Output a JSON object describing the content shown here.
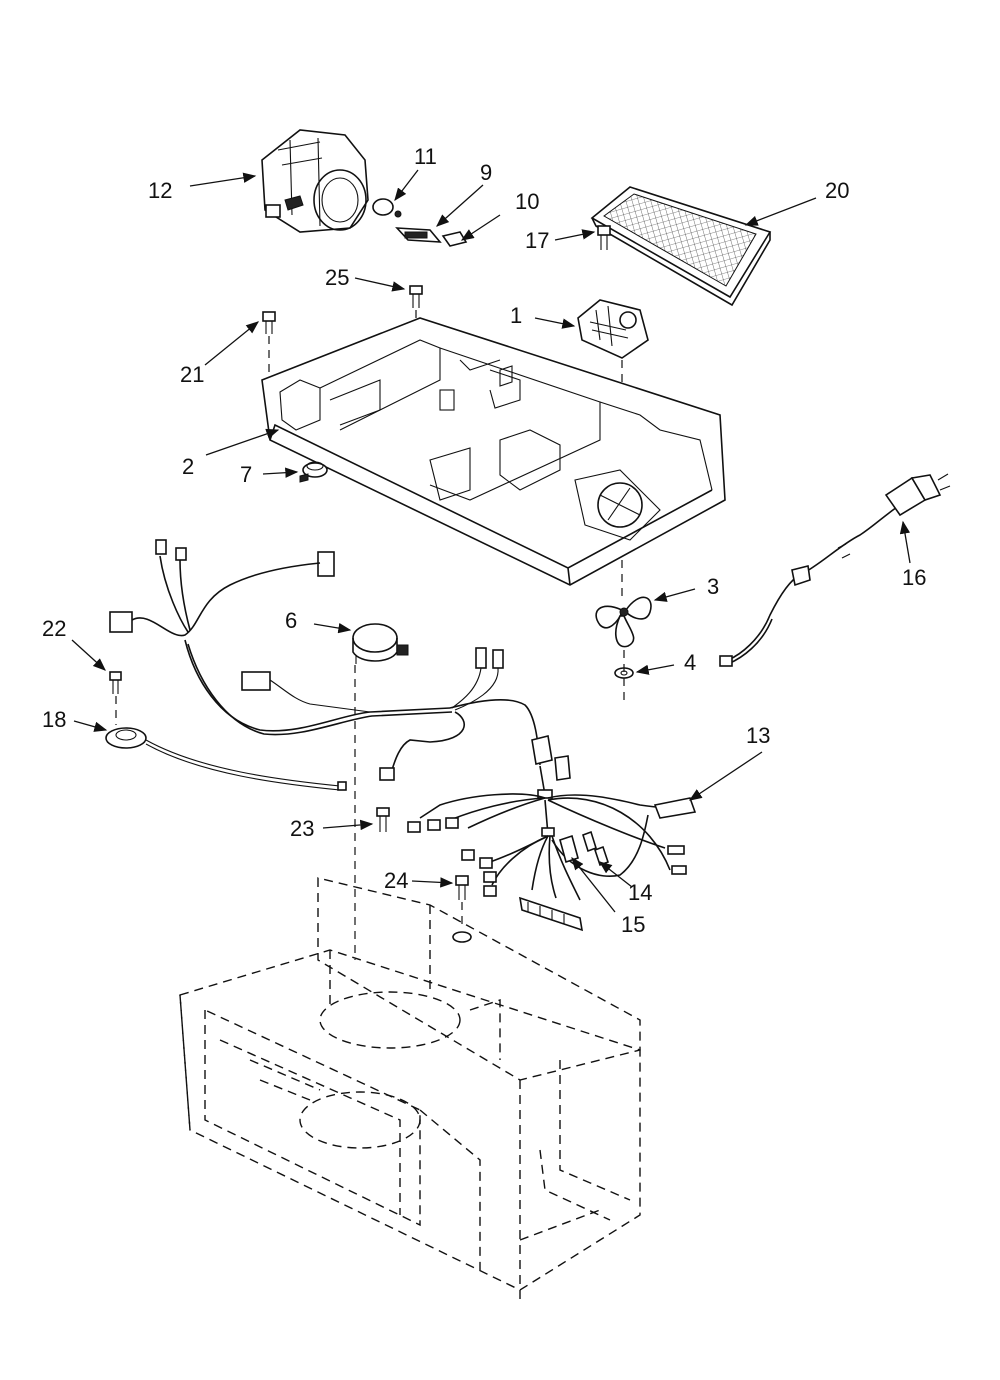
{
  "callouts": [
    {
      "id": "c1",
      "text": "1"
    },
    {
      "id": "c2",
      "text": "2"
    },
    {
      "id": "c3",
      "text": "3"
    },
    {
      "id": "c4",
      "text": "4"
    },
    {
      "id": "c6",
      "text": "6"
    },
    {
      "id": "c7",
      "text": "7"
    },
    {
      "id": "c9",
      "text": "9"
    },
    {
      "id": "c10",
      "text": "10"
    },
    {
      "id": "c11",
      "text": "11"
    },
    {
      "id": "c12",
      "text": "12"
    },
    {
      "id": "c13",
      "text": "13"
    },
    {
      "id": "c14",
      "text": "14"
    },
    {
      "id": "c15",
      "text": "15"
    },
    {
      "id": "c16",
      "text": "16"
    },
    {
      "id": "c17",
      "text": "17"
    },
    {
      "id": "c18",
      "text": "18"
    },
    {
      "id": "c20",
      "text": "20"
    },
    {
      "id": "c21",
      "text": "21"
    },
    {
      "id": "c22",
      "text": "22"
    },
    {
      "id": "c23",
      "text": "23"
    },
    {
      "id": "c24",
      "text": "24"
    },
    {
      "id": "c25",
      "text": "25"
    }
  ]
}
